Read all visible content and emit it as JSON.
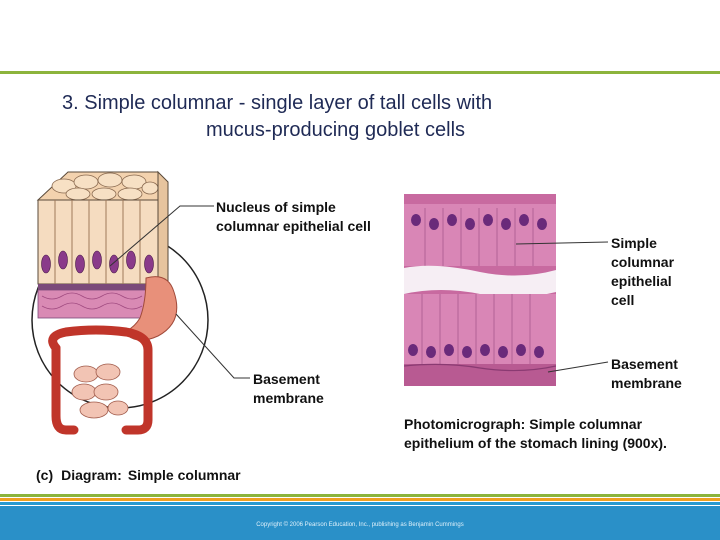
{
  "slide": {
    "title_line1": "3. Simple columnar - single layer of tall cells with",
    "title_line2": "mucus-producing goblet cells"
  },
  "diagram": {
    "label_nucleus": "Nucleus of simple\ncolumnar epithelial cell",
    "label_basement": "Basement\nmembrane",
    "caption_tag": "(c)",
    "caption_bold": "Diagram:",
    "caption_text": "Simple columnar"
  },
  "photomicrograph": {
    "label_cell": "Simple\ncolumnar\nepithelial\ncell",
    "label_basement": "Basement\nmembrane",
    "caption_bold": "Photomicrograph:",
    "caption_text": "Simple columnar epithelium of the stomach lining (900x)."
  },
  "footer": {
    "copyright": "Copyright © 2006 Pearson Education, Inc., publishing as Benjamin Cummings"
  },
  "colors": {
    "title": "#1f2a55",
    "accent_green": "#8cb43c",
    "accent_orange": "#f0a020",
    "accent_blue": "#2a90c8",
    "tissue_pink": "#c86aa0",
    "cell_beige": "#f5dcc0"
  }
}
